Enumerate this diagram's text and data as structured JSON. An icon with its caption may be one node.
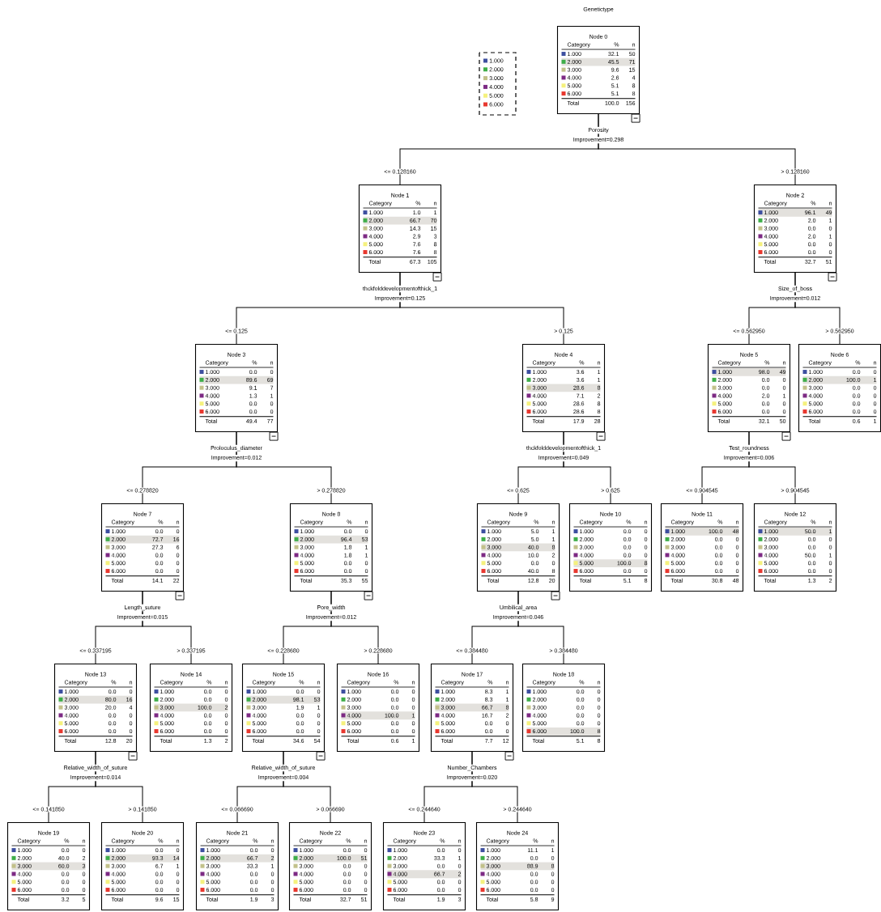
{
  "diagram": {
    "title": "Genetictype",
    "nodes": [
      {
        "text": [
          "Node 0",
          "Category",
          "%",
          "n",
          "1.000",
          "32.1",
          "50",
          "2.000",
          "45.5",
          "71",
          "3.000",
          "9.6",
          "15",
          "4.000",
          "2.6",
          "4",
          "5.000",
          "5.1",
          "8",
          "6.000",
          "5.1",
          "8",
          "Total",
          "100.0",
          "156"
        ],
        "beside": [
          "Porosity",
          "Improvement=0.298"
        ]
      },
      {
        "text": [
          "Node 1",
          "Category",
          "%",
          "n",
          "1.000",
          "1.0",
          "1",
          "2.000",
          "66.7",
          "70",
          "3.000",
          "14.3",
          "15",
          "4.000",
          "2.9",
          "3",
          "5.000",
          "7.6",
          "8",
          "6.000",
          "7.6",
          "8",
          "Total",
          "67.3",
          "105"
        ],
        "beside": [
          "thckfolddevelopmentofthick_1",
          "Improvement=0.125"
        ]
      },
      {
        "text": [
          "Node 2",
          "Category",
          "%",
          "n",
          "1.000",
          "96.1",
          "49",
          "2.000",
          "2.0",
          "1",
          "3.000",
          "0.0",
          "0",
          "4.000",
          "2.0",
          "1",
          "5.000",
          "0.0",
          "0",
          "6.000",
          "0.0",
          "0",
          "Total",
          "32.7",
          "51"
        ],
        "beside": [
          "Size_of_boss",
          "Improvement=0.012"
        ]
      },
      {
        "text": [
          "Node 3",
          "Category",
          "%",
          "n",
          "1.000",
          "0.0",
          "0",
          "2.000",
          "89.6",
          "69",
          "3.000",
          "9.1",
          "7",
          "4.000",
          "1.3",
          "1",
          "5.000",
          "0.0",
          "0",
          "6.000",
          "0.0",
          "0",
          "Total",
          "49.4",
          "77"
        ],
        "beside": [
          "Proloculus_diameter",
          "Improvement=0.012"
        ]
      },
      {
        "text": [
          "Node 4",
          "Category",
          "%",
          "n",
          "1.000",
          "3.6",
          "1",
          "2.000",
          "3.6",
          "1",
          "3.000",
          "28.6",
          "8",
          "4.000",
          "7.1",
          "2",
          "5.000",
          "28.6",
          "8",
          "6.000",
          "28.6",
          "8",
          "Total",
          "17.9",
          "28"
        ],
        "beside": [
          "thckfolddevelopmentofthick_1",
          "Improvement=0.049"
        ]
      },
      {
        "text": [
          "Node 5",
          "Category",
          "%",
          "n",
          "1.000",
          "98.0",
          "49",
          "2.000",
          "0.0",
          "0",
          "3.000",
          "0.0",
          "0",
          "4.000",
          "2.0",
          "1",
          "5.000",
          "0.0",
          "0",
          "6.000",
          "0.0",
          "0",
          "Total",
          "32.1",
          "50"
        ],
        "beside": [
          "Test_roundness",
          "Improvement=0.006"
        ]
      },
      {
        "text": [
          "Node 6",
          "Category",
          "%",
          "n",
          "1.000",
          "0.0",
          "0",
          "2.000",
          "100.0",
          "1",
          "3.000",
          "0.0",
          "0",
          "4.000",
          "0.0",
          "0",
          "5.000",
          "0.0",
          "0",
          "6.000",
          "0.0",
          "0",
          "Total",
          "0.6",
          "1"
        ]
      },
      {
        "text": [
          "Node 7",
          "Category",
          "%",
          "n",
          "1.000",
          "0.0",
          "0",
          "2.000",
          "72.7",
          "16",
          "3.000",
          "27.3",
          "6",
          "4.000",
          "0.0",
          "0",
          "5.000",
          "0.0",
          "0",
          "6.000",
          "0.0",
          "0",
          "Total",
          "14.1",
          "22"
        ],
        "beside": [
          "Length_suture",
          "Improvement=0.015"
        ]
      },
      {
        "text": [
          "Node 8",
          "Category",
          "%",
          "n",
          "1.000",
          "0.0",
          "0",
          "2.000",
          "96.4",
          "53",
          "3.000",
          "1.8",
          "1",
          "4.000",
          "1.8",
          "1",
          "5.000",
          "0.0",
          "0",
          "6.000",
          "0.0",
          "0",
          "Total",
          "35.3",
          "55"
        ],
        "beside": [
          "Pore_width",
          "Improvement=0.012"
        ]
      },
      {
        "text": [
          "Node 9",
          "Category",
          "%",
          "n",
          "1.000",
          "5.0",
          "1",
          "2.000",
          "5.0",
          "1",
          "3.000",
          "40.0",
          "8",
          "4.000",
          "10.0",
          "2",
          "5.000",
          "0.0",
          "0",
          "6.000",
          "40.0",
          "8",
          "Total",
          "12.8",
          "20"
        ],
        "beside": [
          "Umbilical_area",
          "Improvement=0.046"
        ]
      },
      {
        "text": [
          "Node 10",
          "Category",
          "%",
          "n",
          "1.000",
          "0.0",
          "0",
          "2.000",
          "0.0",
          "0",
          "3.000",
          "0.0",
          "0",
          "4.000",
          "0.0",
          "0",
          "5.000",
          "100.0",
          "8",
          "6.000",
          "0.0",
          "0",
          "Total",
          "5.1",
          "8"
        ]
      },
      {
        "text": [
          "Node 11",
          "Category",
          "%",
          "n",
          "1.000",
          "100.0",
          "48",
          "2.000",
          "0.0",
          "0",
          "3.000",
          "0.0",
          "0",
          "4.000",
          "0.0",
          "0",
          "5.000",
          "0.0",
          "0",
          "6.000",
          "0.0",
          "0",
          "Total",
          "30.8",
          "48"
        ]
      },
      {
        "text": [
          "Node 12",
          "Category",
          "%",
          "n",
          "1.000",
          "50.0",
          "1",
          "2.000",
          "0.0",
          "0",
          "3.000",
          "0.0",
          "0",
          "4.000",
          "50.0",
          "1",
          "5.000",
          "0.0",
          "0",
          "6.000",
          "0.0",
          "0",
          "Total",
          "1.3",
          "2"
        ]
      },
      {
        "text": [
          "Node 13",
          "Category",
          "%",
          "n",
          "1.000",
          "0.0",
          "0",
          "2.000",
          "80.0",
          "16",
          "3.000",
          "20.0",
          "4",
          "4.000",
          "0.0",
          "0",
          "5.000",
          "0.0",
          "0",
          "6.000",
          "0.0",
          "0",
          "Total",
          "12.8",
          "20"
        ],
        "beside": [
          "Relative_width_of_suture",
          "Improvement=0.014"
        ]
      },
      {
        "text": [
          "Node 14",
          "Category",
          "%",
          "n",
          "1.000",
          "0.0",
          "0",
          "2.000",
          "0.0",
          "0",
          "3.000",
          "100.0",
          "2",
          "4.000",
          "0.0",
          "0",
          "5.000",
          "0.0",
          "0",
          "6.000",
          "0.0",
          "0",
          "Total",
          "1.3",
          "2"
        ]
      },
      {
        "text": [
          "Node 15",
          "Category",
          "%",
          "n",
          "1.000",
          "0.0",
          "0",
          "2.000",
          "98.1",
          "53",
          "3.000",
          "1.9",
          "1",
          "4.000",
          "0.0",
          "0",
          "5.000",
          "0.0",
          "0",
          "6.000",
          "0.0",
          "0",
          "Total",
          "34.6",
          "54"
        ],
        "beside": [
          "Relative_width_of_suture",
          "Improvement=0.004"
        ]
      },
      {
        "text": [
          "Node 16",
          "Category",
          "%",
          "n",
          "1.000",
          "0.0",
          "0",
          "2.000",
          "0.0",
          "0",
          "3.000",
          "0.0",
          "0",
          "4.000",
          "100.0",
          "1",
          "5.000",
          "0.0",
          "0",
          "6.000",
          "0.0",
          "0",
          "Total",
          "0.6",
          "1"
        ]
      },
      {
        "text": [
          "Node 17",
          "Category",
          "%",
          "n",
          "1.000",
          "8.3",
          "1",
          "2.000",
          "8.3",
          "1",
          "3.000",
          "66.7",
          "8",
          "4.000",
          "16.7",
          "2",
          "5.000",
          "0.0",
          "0",
          "6.000",
          "0.0",
          "0",
          "Total",
          "7.7",
          "12"
        ],
        "beside": [
          "Number_Chambers",
          "Improvement=0.020"
        ]
      },
      {
        "text": [
          "Node 18",
          "Category",
          "%",
          "n",
          "1.000",
          "0.0",
          "0",
          "2.000",
          "0.0",
          "0",
          "3.000",
          "0.0",
          "0",
          "4.000",
          "0.0",
          "0",
          "5.000",
          "0.0",
          "0",
          "6.000",
          "100.0",
          "8",
          "Total",
          "5.1",
          "8"
        ]
      },
      {
        "text": [
          "Node 19",
          "Category",
          "%",
          "n",
          "1.000",
          "0.0",
          "0",
          "2.000",
          "40.0",
          "2",
          "3.000",
          "60.0",
          "3",
          "4.000",
          "0.0",
          "0",
          "5.000",
          "0.0",
          "0",
          "6.000",
          "0.0",
          "0",
          "Total",
          "3.2",
          "5"
        ]
      },
      {
        "text": [
          "Node 20",
          "Category",
          "%",
          "n",
          "1.000",
          "0.0",
          "0",
          "2.000",
          "93.3",
          "14",
          "3.000",
          "6.7",
          "1",
          "4.000",
          "0.0",
          "0",
          "5.000",
          "0.0",
          "0",
          "6.000",
          "0.0",
          "0",
          "Total",
          "9.6",
          "15"
        ]
      },
      {
        "text": [
          "Node 21",
          "Category",
          "%",
          "n",
          "1.000",
          "0.0",
          "0",
          "2.000",
          "66.7",
          "2",
          "3.000",
          "33.3",
          "1",
          "4.000",
          "0.0",
          "0",
          "5.000",
          "0.0",
          "0",
          "6.000",
          "0.0",
          "0",
          "Total",
          "1.9",
          "3"
        ]
      },
      {
        "text": [
          "Node 22",
          "Category",
          "%",
          "n",
          "1.000",
          "0.0",
          "0",
          "2.000",
          "100.0",
          "51",
          "3.000",
          "0.0",
          "0",
          "4.000",
          "0.0",
          "0",
          "5.000",
          "0.0",
          "0",
          "6.000",
          "0.0",
          "0",
          "Total",
          "32.7",
          "51"
        ]
      },
      {
        "text": [
          "Node 23",
          "Category",
          "%",
          "n",
          "1.000",
          "0.0",
          "0",
          "2.000",
          "33.3",
          "1",
          "3.000",
          "0.0",
          "0",
          "4.000",
          "66.7",
          "2",
          "5.000",
          "0.0",
          "0",
          "6.000",
          "0.0",
          "0",
          "Total",
          "1.9",
          "3"
        ]
      },
      {
        "text": [
          "Node 24",
          "Category",
          "%",
          "n",
          "1.000",
          "11.1",
          "1",
          "2.000",
          "0.0",
          "0",
          "3.000",
          "88.9",
          "8",
          "4.000",
          "0.0",
          "0",
          "5.000",
          "0.0",
          "0",
          "6.000",
          "0.0",
          "0",
          "Total",
          "5.8",
          "9"
        ]
      }
    ],
    "edges": [
      {
        "from": 0,
        "to": 1,
        "arrow": "none",
        "label": "<= 0.128160"
      },
      {
        "from": 0,
        "to": 2,
        "arrow": "none",
        "label": "> 0.128160"
      },
      {
        "from": 1,
        "to": 3,
        "arrow": "none",
        "label": "<= 0.125"
      },
      {
        "from": 1,
        "to": 4,
        "arrow": "none",
        "label": "> 0.125"
      },
      {
        "from": 2,
        "to": 5,
        "arrow": "none",
        "label": "<= 0.562950"
      },
      {
        "from": 2,
        "to": 6,
        "arrow": "none",
        "label": "> 0.562950"
      },
      {
        "from": 3,
        "to": 7,
        "arrow": "none",
        "label": "<= 0.278820"
      },
      {
        "from": 3,
        "to": 8,
        "arrow": "none",
        "label": "> 0.278820"
      },
      {
        "from": 4,
        "to": 9,
        "arrow": "none",
        "label": "<= 0.625"
      },
      {
        "from": 4,
        "to": 10,
        "arrow": "none",
        "label": "> 0.625"
      },
      {
        "from": 5,
        "to": 11,
        "arrow": "none",
        "label": "<= 0.904545"
      },
      {
        "from": 5,
        "to": 12,
        "arrow": "none",
        "label": "> 0.904545"
      },
      {
        "from": 7,
        "to": 13,
        "arrow": "none",
        "label": "<= 0.337195"
      },
      {
        "from": 7,
        "to": 14,
        "arrow": "none",
        "label": "> 0.337195"
      },
      {
        "from": 8,
        "to": 15,
        "arrow": "none",
        "label": "<= 0.228680"
      },
      {
        "from": 8,
        "to": 16,
        "arrow": "none",
        "label": "> 0.228680"
      },
      {
        "from": 9,
        "to": 17,
        "arrow": "none",
        "label": "<= 0.384480"
      },
      {
        "from": 9,
        "to": 18,
        "arrow": "none",
        "label": "> 0.384480"
      },
      {
        "from": 13,
        "to": 19,
        "arrow": "none",
        "label": "<= 0.141850"
      },
      {
        "from": 13,
        "to": 20,
        "arrow": "none",
        "label": "> 0.141850"
      },
      {
        "from": 15,
        "to": 21,
        "arrow": "none",
        "label": "<= 0.066690"
      },
      {
        "from": 15,
        "to": 22,
        "arrow": "none",
        "label": "> 0.066690"
      },
      {
        "from": 17,
        "to": 23,
        "arrow": "none",
        "label": "<= 0.244640"
      },
      {
        "from": 17,
        "to": 24,
        "arrow": "none",
        "label": "> 0.244640"
      }
    ],
    "legend": [
      {
        "text": "1.000",
        "color": "#3d4fa0"
      },
      {
        "text": "2.000",
        "color": "#3fae49"
      },
      {
        "text": "3.000",
        "color": "#c2c18a"
      },
      {
        "text": "4.000",
        "color": "#7d2a84"
      },
      {
        "text": "5.000",
        "color": "#f5f17d"
      },
      {
        "text": "6.000",
        "color": "#e8382f"
      }
    ]
  }
}
